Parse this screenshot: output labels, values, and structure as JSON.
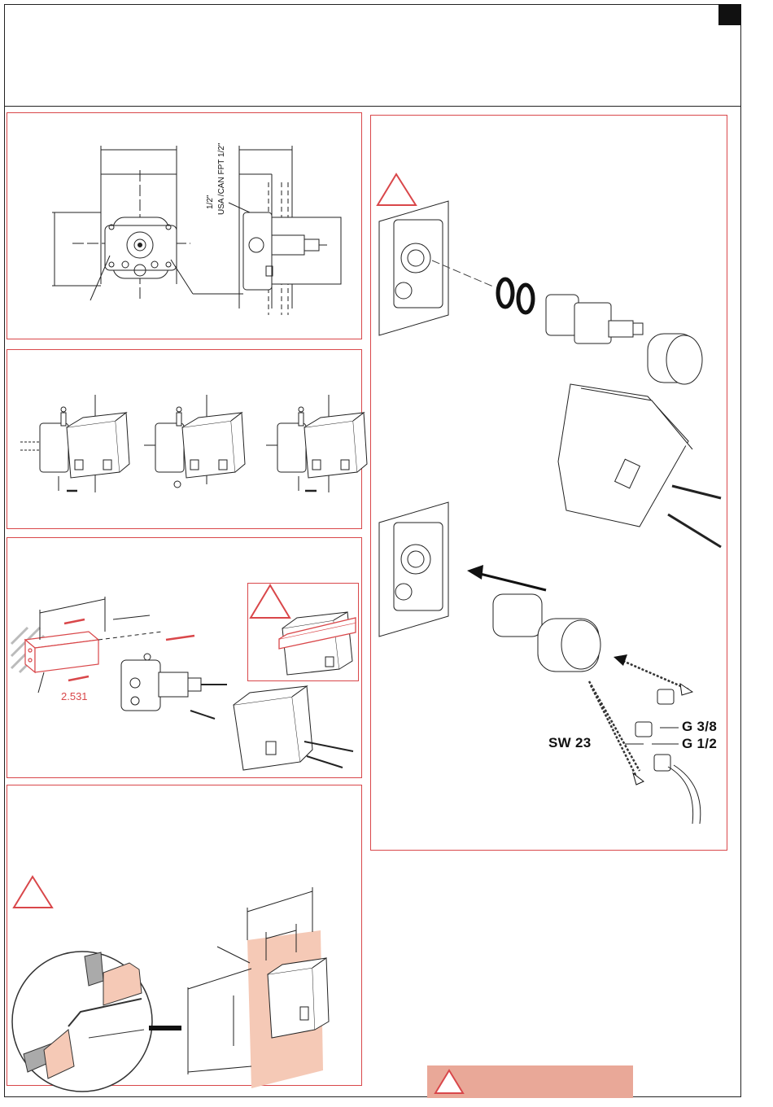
{
  "page": {
    "page_marker": ""
  },
  "panel1": {
    "side_label_line1": "USA /CAN FPT 1/2\"",
    "side_label_line2": "1/2\""
  },
  "panel3": {
    "part_number": "2.531"
  },
  "right_panel": {
    "thread_label_1": "G 3/8",
    "thread_label_2": "G 1/2",
    "wrench_label": "SW 23"
  },
  "colors": {
    "accent_red": "#d9474a",
    "note_fill": "#e9a898",
    "insulation_fill": "#f5c9b6"
  },
  "icons": [
    "warning-triangle-icon"
  ]
}
